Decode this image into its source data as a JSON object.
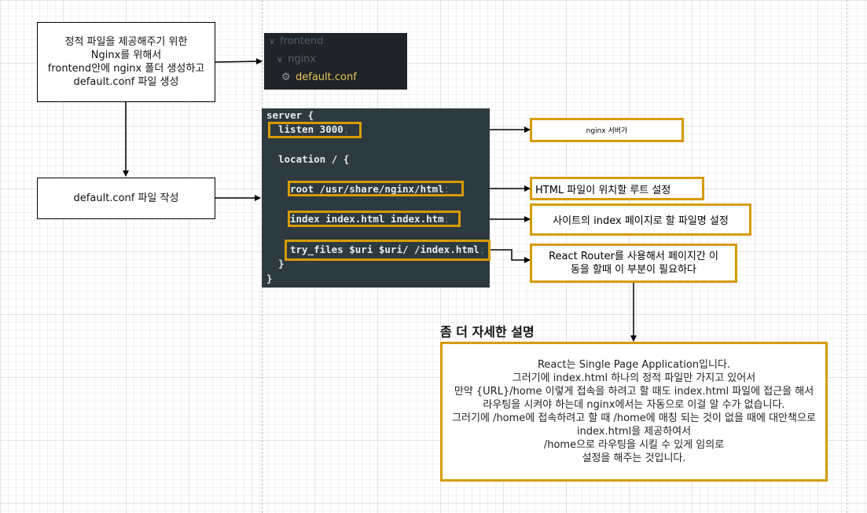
{
  "tree": {
    "root": "frontend",
    "folder": "nginx",
    "file": "default.conf"
  },
  "boxes": {
    "step1": "정적 파일을 제공해주기 위한\nNginx를 위해서\nfrontend안에 nginx 폴더 생성하고\ndefault.conf 파일 생성",
    "step2": "default.conf 파일 작성"
  },
  "code": {
    "line1": "server {",
    "line2": "listen 3000",
    "line3": "location / {",
    "line4": "root /usr/share/nginx/html",
    "line5": "index index.html index.htm",
    "line6": "try_files $uri $uri/ /index.html",
    "line7": "}",
    "line8": "}",
    "semicolon": ";"
  },
  "annotations": {
    "listen": "nginx 서버가",
    "root": "HTML 파일이 위치할 루트 설정",
    "index": "사이트의 index 페이지로 할 파일명 설정",
    "try_files": "React Router를 사용해서 페이지간 이\n동을 할때 이 부분이 필요하다"
  },
  "details": {
    "heading": "좀 더 자세한 설명",
    "body": "React는 Single Page Application입니다.\n그러기에 index.html 하나의 정적 파일만 가지고 있어서\n만약 {URL}/home 이렇게 접속을 하려고 할 때도 index.html 파일에 접근을 해서\n라우팅을 시켜야 하는데 nginx에서는 자동으로 이걸 알 수가 없습니다.\n그러기에 /home에 접속하려고 할 때 /home에 매칭 되는 것이 없을 때에 대안책으로 index.html을 제공하여서\n/home으로 라우팅을 시킬 수 있게 임의로\n설정을 해주는 것입니다."
  },
  "colors": {
    "accent_border": "#d79b00",
    "tree_bg": "#1f2428",
    "code_bg": "#2d3a40",
    "tree_text": "#5a6a78",
    "tree_selected": "#e8c35a"
  },
  "icons": {
    "tree_chevron": "chevron-down-icon",
    "file_icon": "gear-icon"
  }
}
